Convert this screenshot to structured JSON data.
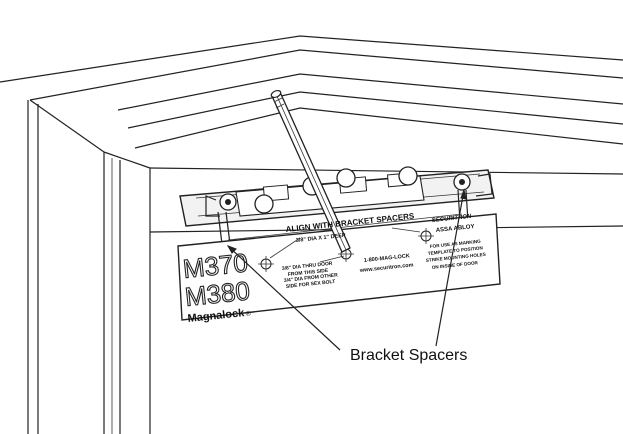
{
  "template": {
    "model_1": "M370",
    "model_2": "M380",
    "brand": "Magnalock",
    "brand_mark": "®",
    "heading": "ALIGN WITH BRACKET SPACERS",
    "drill_spec_1": "3/8\" DIA X 1\" DEEP",
    "drill_spec_2_lines": [
      "3/8\" DIA THRU DOOR",
      "FROM THIS SIDE",
      "3/4\" DIA FROM OTHER",
      "SIDE FOR SEX BOLT"
    ],
    "phone": "1-800-MAG-LOCK",
    "website": "www.securitron.com",
    "logo_brand": "SECURITRON",
    "logo_parent": "ASSA ABLOY",
    "instructions_lines": [
      "FOR USE AS MARKING",
      "TEMPLATE TO POSITION",
      "STRIKE MOUNTING HOLES",
      "ON INSIDE OF DOOR"
    ]
  },
  "callout": {
    "label": "Bracket Spacers"
  },
  "colors": {
    "line": "#222222",
    "background": "#ffffff"
  }
}
